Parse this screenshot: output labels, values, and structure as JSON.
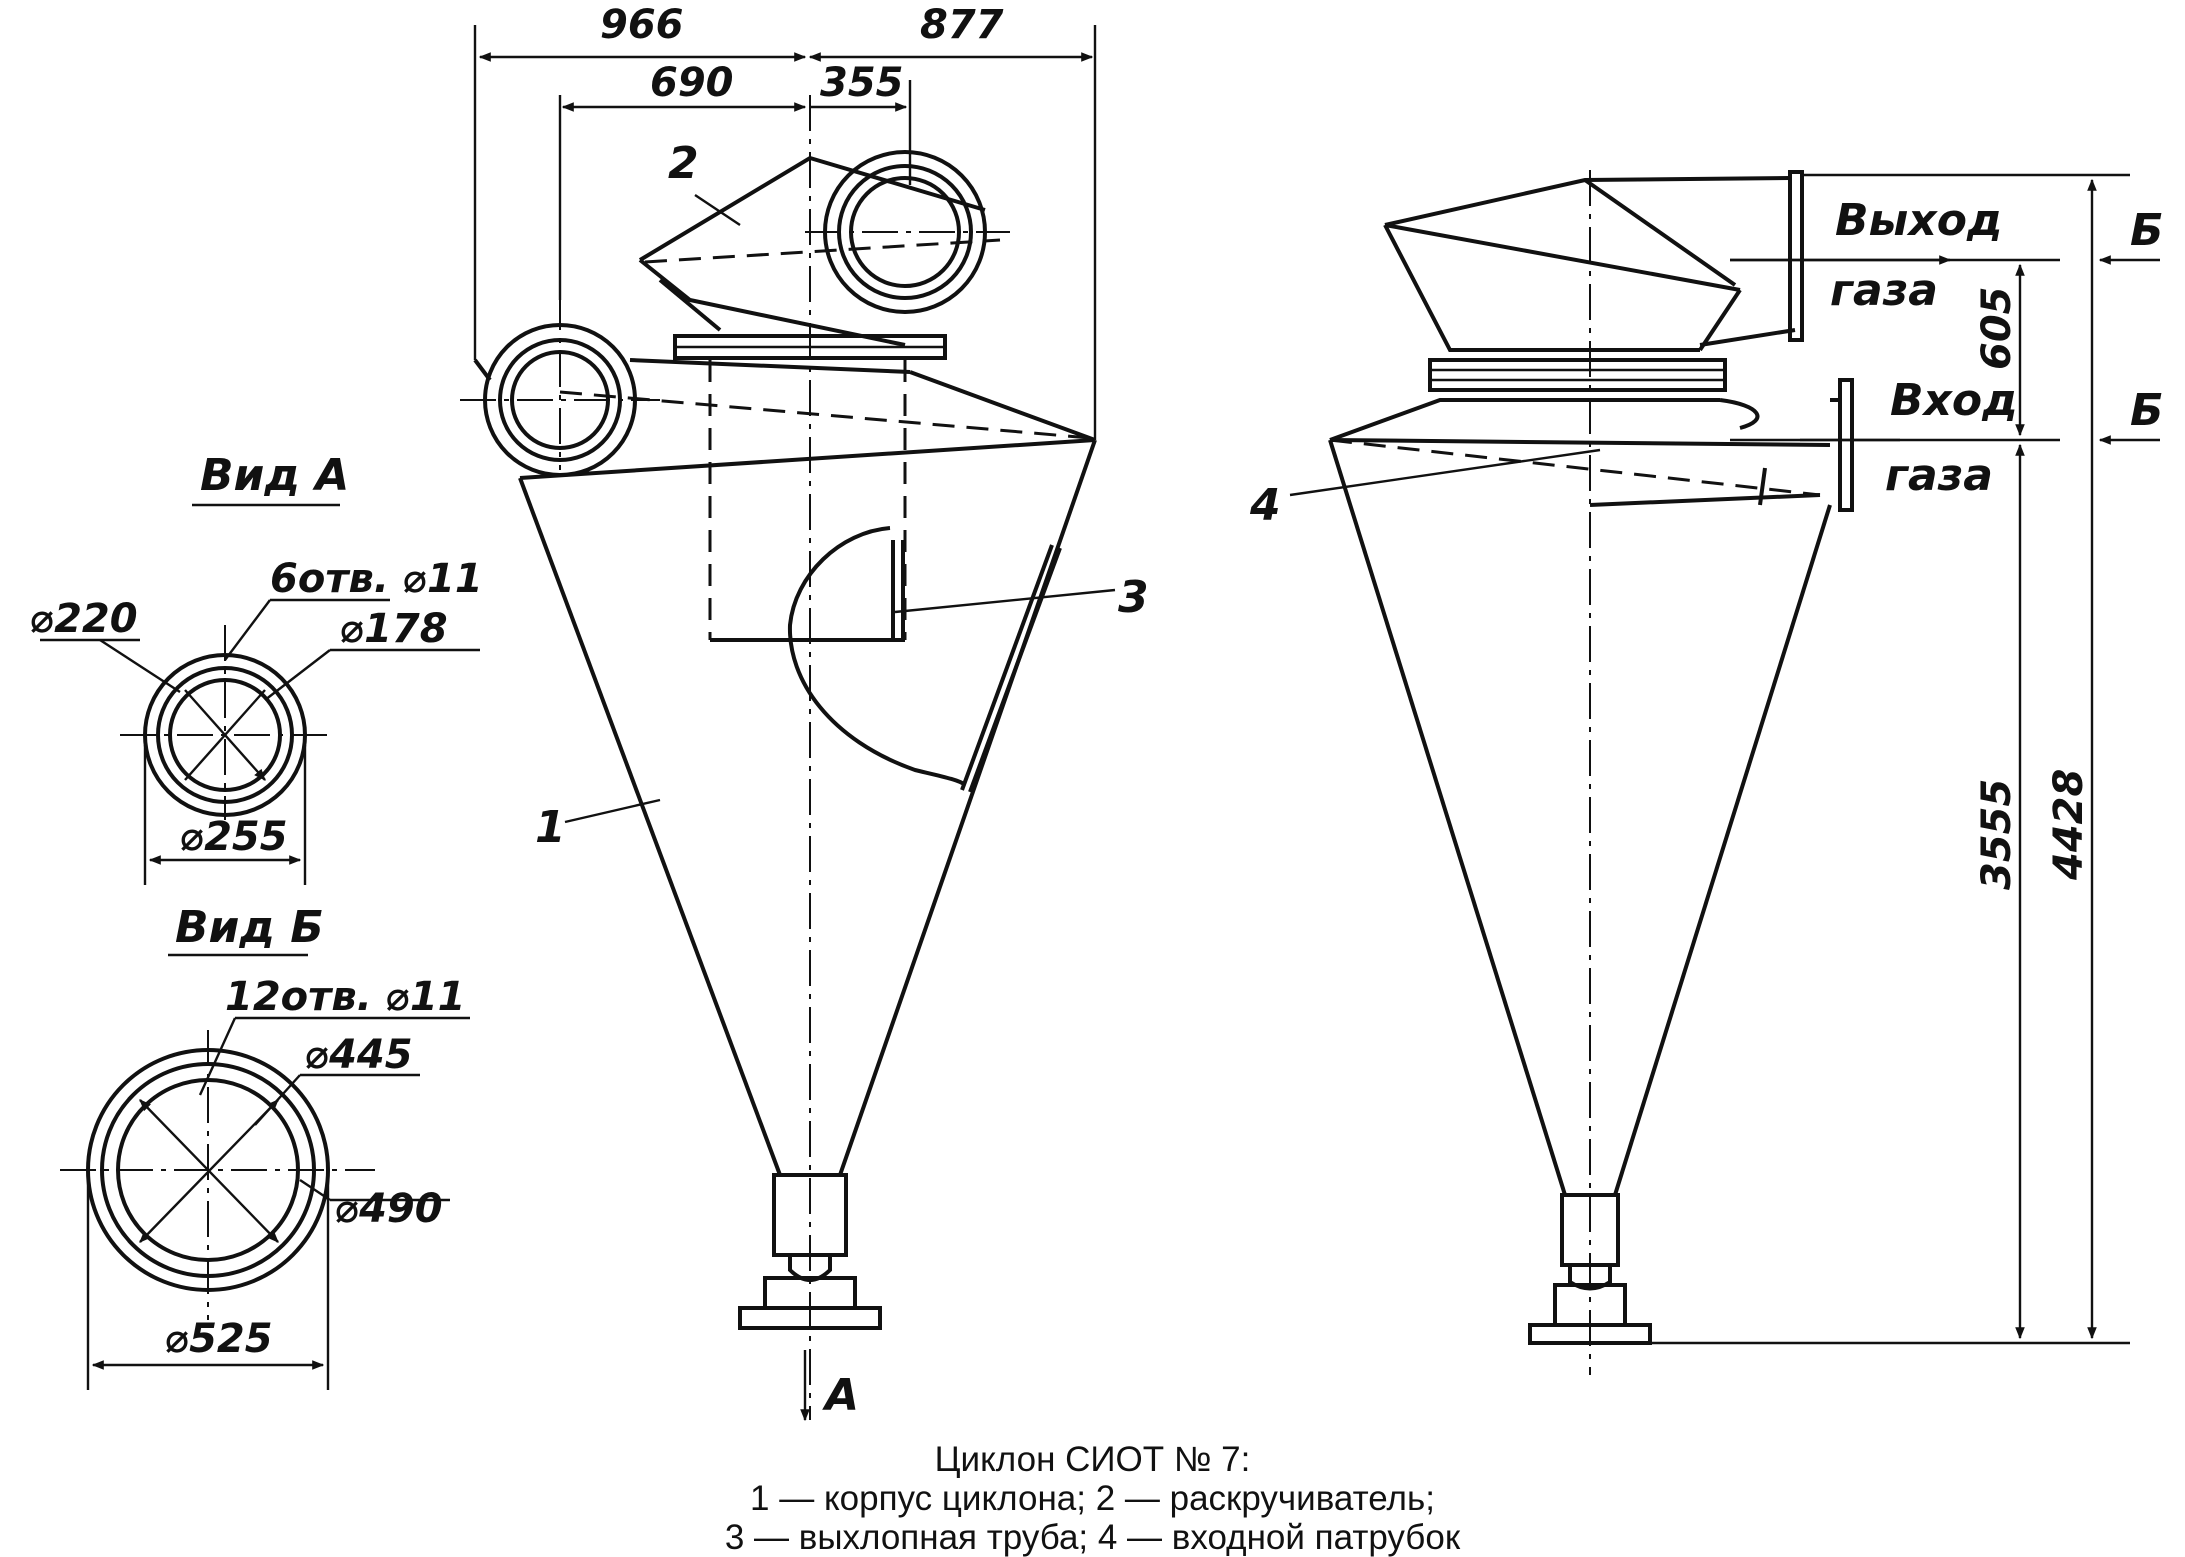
{
  "left_view": {
    "dims": {
      "d966": "966",
      "d877": "877",
      "d690": "690",
      "d355": "355"
    },
    "callouts": {
      "c1": "1",
      "c2": "2",
      "c3": "3",
      "arrow_a": "A"
    }
  },
  "right_view": {
    "dims": {
      "d605": "605",
      "d3555": "3555",
      "d4428": "4428"
    },
    "callouts": {
      "c4": "4",
      "b_top": "Б",
      "b_bottom": "Б"
    },
    "labels": {
      "outlet_line1": "Выход",
      "outlet_line2": "газа",
      "inlet_line1": "Вход",
      "inlet_line2": "газа"
    }
  },
  "view_a": {
    "title": "Вид А",
    "holes": "6отв. ⌀11",
    "d220": "⌀220",
    "d178": "⌀178",
    "d255": "⌀255"
  },
  "view_b": {
    "title": "Вид Б",
    "holes": "12отв. ⌀11",
    "d445": "⌀445",
    "d490": "⌀490",
    "d525": "⌀525"
  },
  "caption": {
    "line1": "Циклон СИОТ № 7:",
    "line2": "1 — корпус циклона; 2 — раскручиватель;",
    "line3": "3 — выхлопная труба; 4 — входной патрубок"
  }
}
